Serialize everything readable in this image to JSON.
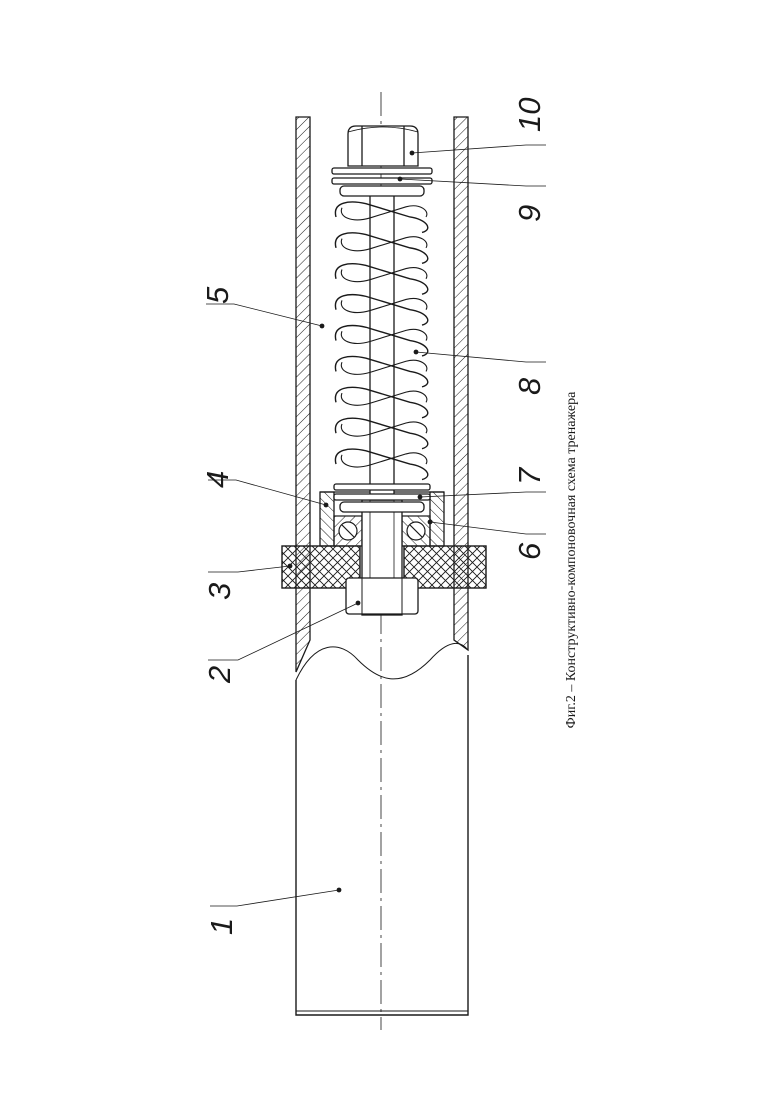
{
  "caption": "Фиг.2 – Конструктивно-компоновочная схема тренажера",
  "callouts": [
    {
      "id": "1",
      "label": "1"
    },
    {
      "id": "2",
      "label": "2"
    },
    {
      "id": "3",
      "label": "3"
    },
    {
      "id": "4",
      "label": "4"
    },
    {
      "id": "5",
      "label": "5"
    },
    {
      "id": "6",
      "label": "6"
    },
    {
      "id": "7",
      "label": "7"
    },
    {
      "id": "8",
      "label": "8"
    },
    {
      "id": "9",
      "label": "9"
    },
    {
      "id": "10",
      "label": "10"
    }
  ],
  "colors": {
    "ink": "#1a1a1a",
    "paper": "#ffffff"
  }
}
